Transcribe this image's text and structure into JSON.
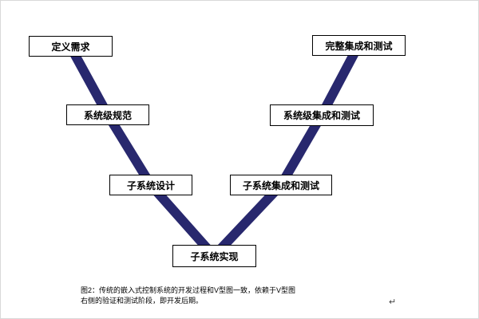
{
  "diagram": {
    "line_color": "#28286E",
    "nodes": [
      {
        "id": "define-requirements",
        "label": "定义需求"
      },
      {
        "id": "system-level-spec",
        "label": "系统级规范"
      },
      {
        "id": "subsystem-design",
        "label": "子系统设计"
      },
      {
        "id": "subsystem-implementation",
        "label": "子系统实现"
      },
      {
        "id": "subsystem-integration-test",
        "label": "子系统集成和测试"
      },
      {
        "id": "system-level-integration-test",
        "label": "系统级集成和测试"
      },
      {
        "id": "complete-integration-test",
        "label": "完整集成和测试"
      }
    ]
  },
  "caption": {
    "line1": "图2：传统的嵌入式控制系统的开发过程和V型图一致，依赖于V型图",
    "line2": "右侧的验证和测试阶段，即开发后期。"
  },
  "return_mark": "↵"
}
